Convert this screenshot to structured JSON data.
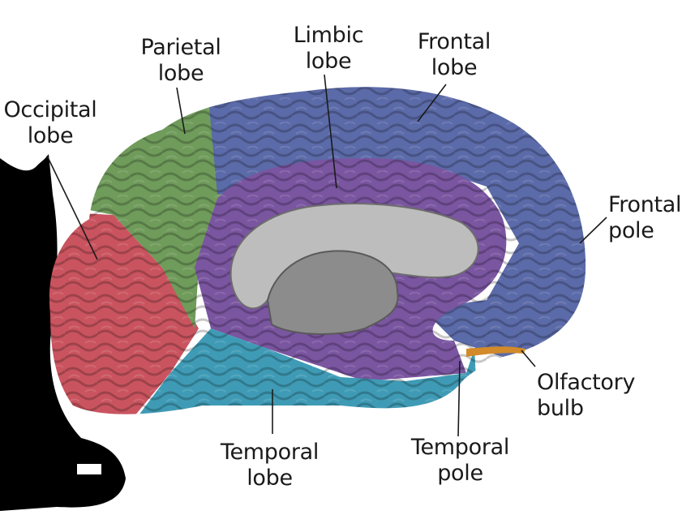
{
  "colors": {
    "occipital": "#c9545f",
    "parietal": "#6f9b5b",
    "frontal": "#5b6aa8",
    "limbic": "#7a55a0",
    "temporal": "#3f9bb5",
    "corpus_callosum": "#b9b9b9",
    "brainstem": "#8a8a8a",
    "olfactory": "#d28a2a",
    "background_silhouette": "#000000",
    "line": "#1a1a1a"
  },
  "labels": {
    "occipital": {
      "line1": "Occipital",
      "line2": "lobe"
    },
    "parietal": {
      "line1": "Parietal",
      "line2": "lobe"
    },
    "limbic": {
      "line1": "Limbic",
      "line2": "lobe"
    },
    "frontal": {
      "line1": "Frontal",
      "line2": "lobe"
    },
    "frontal_pole": {
      "line1": "Frontal",
      "line2": "pole"
    },
    "olfactory_bulb": {
      "line1": "Olfactory",
      "line2": "bulb"
    },
    "temporal_pole": {
      "line1": "Temporal",
      "line2": "pole"
    },
    "temporal": {
      "line1": "Temporal",
      "line2": "lobe"
    }
  }
}
